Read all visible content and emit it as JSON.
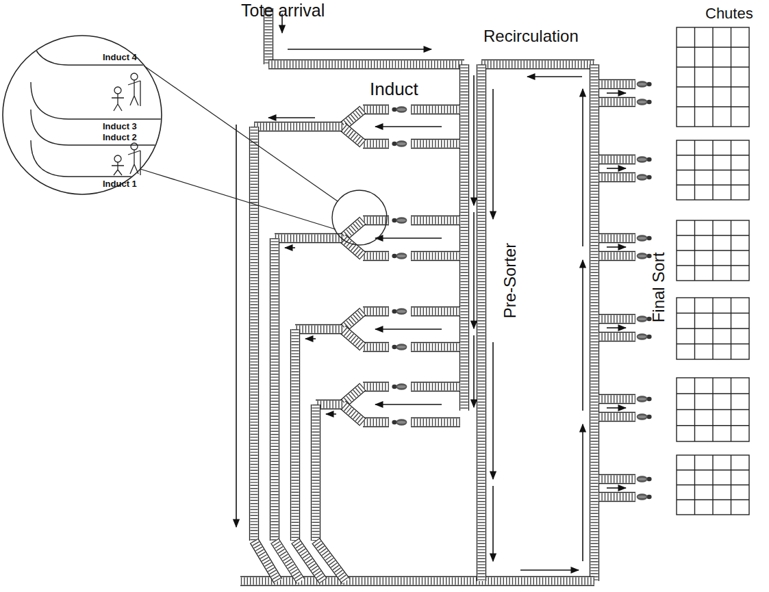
{
  "diagram": {
    "labels": [
      "Tote arrival",
      "Recirculation",
      "Chutes",
      "Induct",
      "Pre-Sorter",
      "Final Sort",
      "Induct 4",
      "Induct 3",
      "Induct 2",
      "Induct 1"
    ]
  }
}
